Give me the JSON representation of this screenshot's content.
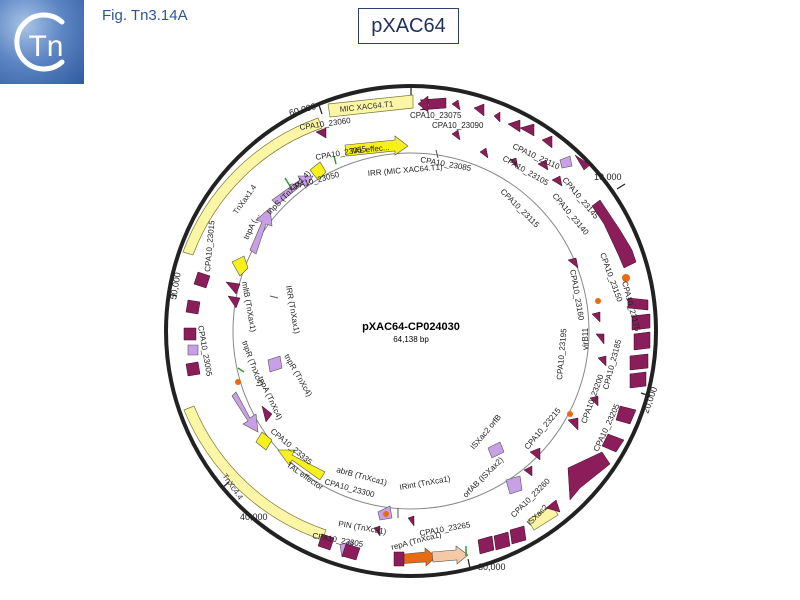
{
  "figure_label": "Fig. Tn3.14A",
  "title": "pXAC64",
  "logo_text": "Tn",
  "plasmid_name": "pXAC64-CP024030",
  "plasmid_size": "64,138 bp",
  "colors": {
    "gene": "#8b1e5a",
    "transposase": "#c8a0e6",
    "tal": "#f7f01a",
    "orange": "#ea6a12",
    "peach": "#f6c9a6",
    "element": "#faf6a6",
    "backbone": "#222222",
    "title_border": "#2e3e6e"
  },
  "ticks": {
    "t10000": "10,000",
    "t20000": "20,000",
    "t30000": "30,000",
    "t40000": "40,000",
    "t50000": "50,000",
    "t60000": "60,000"
  },
  "labels": {
    "mic_outer": "MIC XAC64.T1",
    "tnxax": "TnXax1.4",
    "tnxc": "TnXc4.4",
    "tal_effec": "TAL effec...",
    "tal_effector": "TAL effector",
    "tnpa_dots": "tnpA (...",
    "tnps": "tnpS (TnXax1.4)",
    "mltb": "mltB (TnXax1)",
    "irr_tnxax": "IRR (TnXax1)",
    "irr_mic": "IRR (MIC XAC64.T1)",
    "tnpr1": "tnpR (TnXc4)",
    "tnpa2": "tnpA (TnXc4)",
    "tnpr2": "tnpR (TnXc4)",
    "abrb": "abrB (TnXca1)",
    "irint": "IRint (TnXca1)",
    "pin": "PIN (TnXca1)",
    "repa": "repA (TnXca1)",
    "orfab": "orfAB (ISXax2)",
    "isxac2_orfb": "ISXac2 orfB",
    "isxac2": "ISXac2",
    "virb11": "virB11",
    "c23075": "CPA10_23075",
    "c23090": "CPA10_23090",
    "c23060": "CPA10_23060",
    "c23055": "CPA10_23055",
    "c23050": "CPA10_23050",
    "c23085": "CPA10_23085",
    "c23110": "CPA10_23110",
    "c23105": "CPA10_23105",
    "c23115": "CPA10_23115",
    "c23145": "CPA10_23145",
    "c23140": "CPA10_23140",
    "c23150": "CPA10_23150",
    "c23175": "CPA10_23175",
    "c23160": "CPA10_23160",
    "c23185": "CPA10_23185",
    "c23195": "CPA10_23195",
    "c23200": "CPA10_23200",
    "c23205": "CPA10_23205",
    "c23215": "CPA10_23215",
    "c23260": "CPA10_23260",
    "c23265": "CPA10_23265",
    "c23300": "CPA10_23300",
    "c23305": "CPA10_23305",
    "c23335": "CPA10_23335",
    "c23015": "CPA10_23015",
    "c23005": "CPA10_23005"
  }
}
